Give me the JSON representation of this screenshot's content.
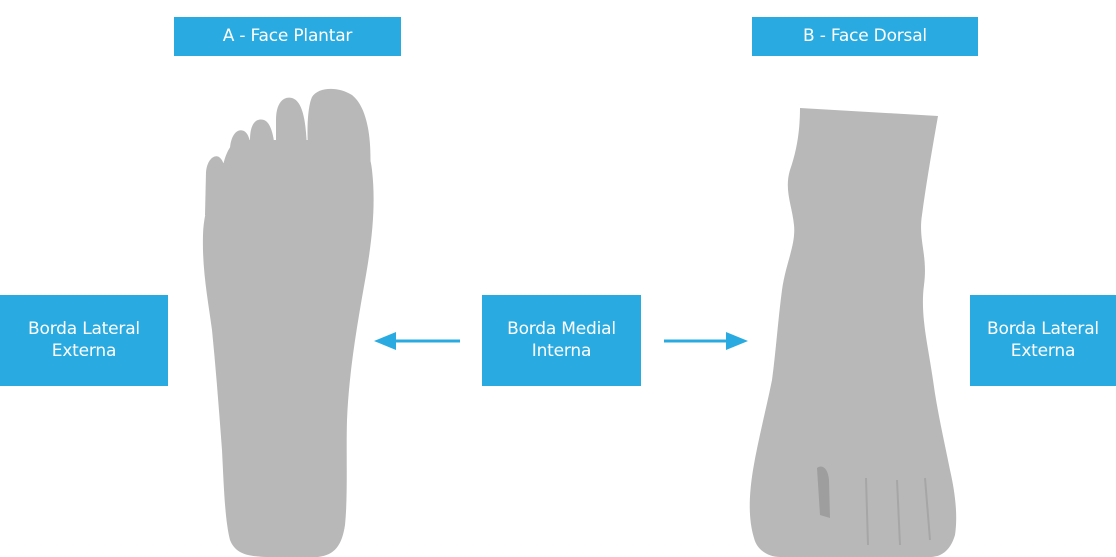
{
  "labels": {
    "plantar": "A - Face Plantar",
    "dorsal": "B - Face Dorsal",
    "left_line1": "Borda Lateral",
    "left_line2": "Externa",
    "medial_line1": "Borda Medial",
    "medial_line2": "Interna",
    "right_line1": "Borda Lateral",
    "right_line2": "Externa"
  },
  "colors": {
    "accent": "#29abe2",
    "foot": "#b8b8b8",
    "foot_shadow": "#9e9e9e",
    "text": "#ffffff"
  },
  "icons": {
    "left_arrow": "arrow-left-icon",
    "right_arrow": "arrow-right-icon"
  }
}
